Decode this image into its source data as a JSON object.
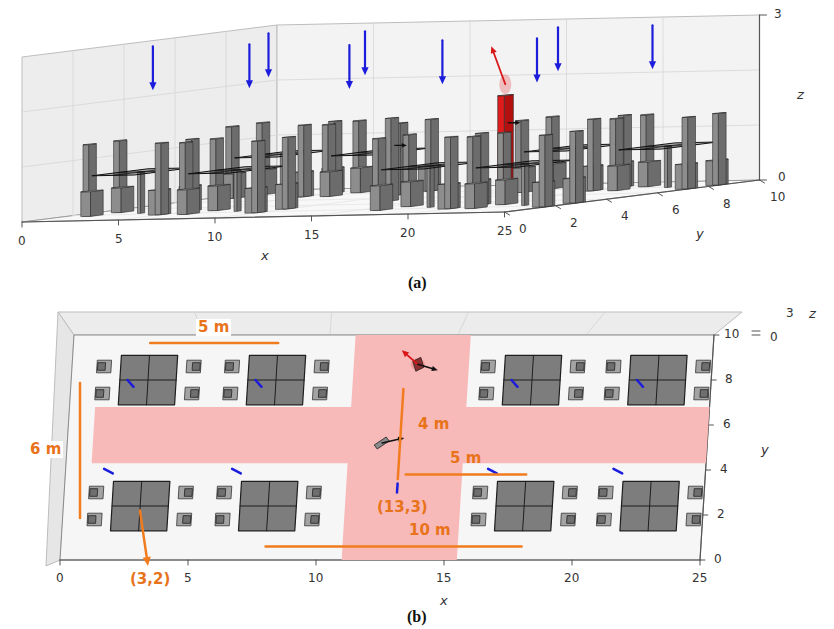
{
  "diagram": {
    "labels": [
      "3",
      "z",
      "0",
      "0",
      "5",
      "10",
      "15",
      "20",
      "25",
      "x",
      "0",
      "2",
      "4",
      "6",
      "8",
      "10",
      "y",
      "(a)",
      "5 m",
      "6 m",
      "4 m",
      "(13,3)",
      "5 m",
      "10 m",
      "(3,2)",
      "0",
      "5",
      "10",
      "15",
      "20",
      "25",
      "x",
      "0",
      "2",
      "4",
      "6",
      "8",
      "10",
      "y",
      "3",
      "z",
      "0",
      "(b)"
    ]
  }
}
